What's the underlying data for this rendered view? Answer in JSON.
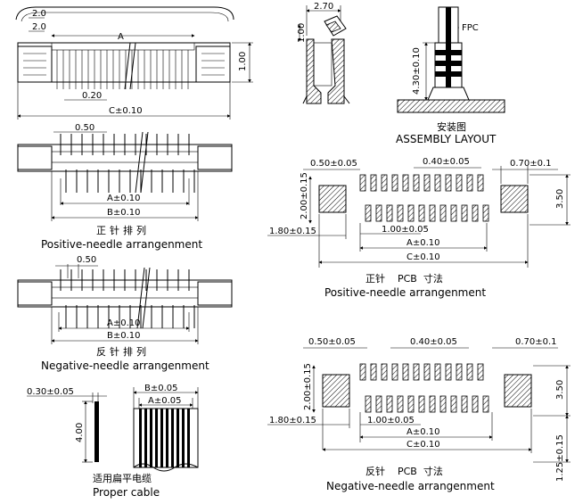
{
  "top_view": {
    "label_a": "A",
    "dim_pitch": "0.20",
    "dim_c": "C±0.10",
    "dim_height": "1.00",
    "label_top_left_1": "2.0",
    "label_top_left_2": "2.0"
  },
  "side_view": {
    "dim_width": "2.70",
    "dim_height": "1.00"
  },
  "assembly": {
    "fpc_label": "FPC",
    "dim_height": "4.30±0.10",
    "caption_cn": "安装图",
    "caption_en": "ASSEMBLY LAYOUT"
  },
  "positive_needle": {
    "dim_pitch": "0.50",
    "dim_a": "A±0.10",
    "dim_b": "B±0.10",
    "caption_cn": "正针排列",
    "caption_en": "Positive-needle arrangenment"
  },
  "negative_needle": {
    "dim_pitch": "0.50",
    "dim_a": "A±0.10",
    "dim_b": "B±0.10",
    "caption_cn": "反针排列",
    "caption_en": "Negative-needle arrangenment"
  },
  "cable": {
    "dim_thickness": "0.30±0.05",
    "dim_length": "4.00",
    "dim_b": "B±0.05",
    "dim_a": "A±0.05",
    "caption_cn": "适用扁平电缆",
    "caption_en": "Proper cable"
  },
  "pcb_positive": {
    "dim_pad_left": "0.50±0.05",
    "dim_pitch": "0.40±0.05",
    "dim_pad_right": "0.70±0.1",
    "dim_row": "2.00±0.15",
    "dim_height": "3.50",
    "dim_offset": "1.80±0.15",
    "dim_pitch_sum": "1.00±0.05",
    "dim_a": "A±0.10",
    "dim_c": "C±0.10",
    "caption_cn": "正针    PCB  寸法",
    "caption_en": "Positive-needle arrangenment"
  },
  "pcb_negative": {
    "dim_pad_left": "0.50±0.05",
    "dim_pitch": "0.40±0.05",
    "dim_pad_right": "0.70±0.1",
    "dim_row": "2.00±0.15",
    "dim_height": "3.50",
    "dim_offset": "1.80±0.15",
    "dim_pitch_sum": "1.00±0.05",
    "dim_a": "A±0.10",
    "dim_c": "C±0.10",
    "dim_bottom": "1.25±0.15",
    "caption_cn": "反针    PCB  寸法",
    "caption_en": "Negative-needle arrangenment"
  }
}
